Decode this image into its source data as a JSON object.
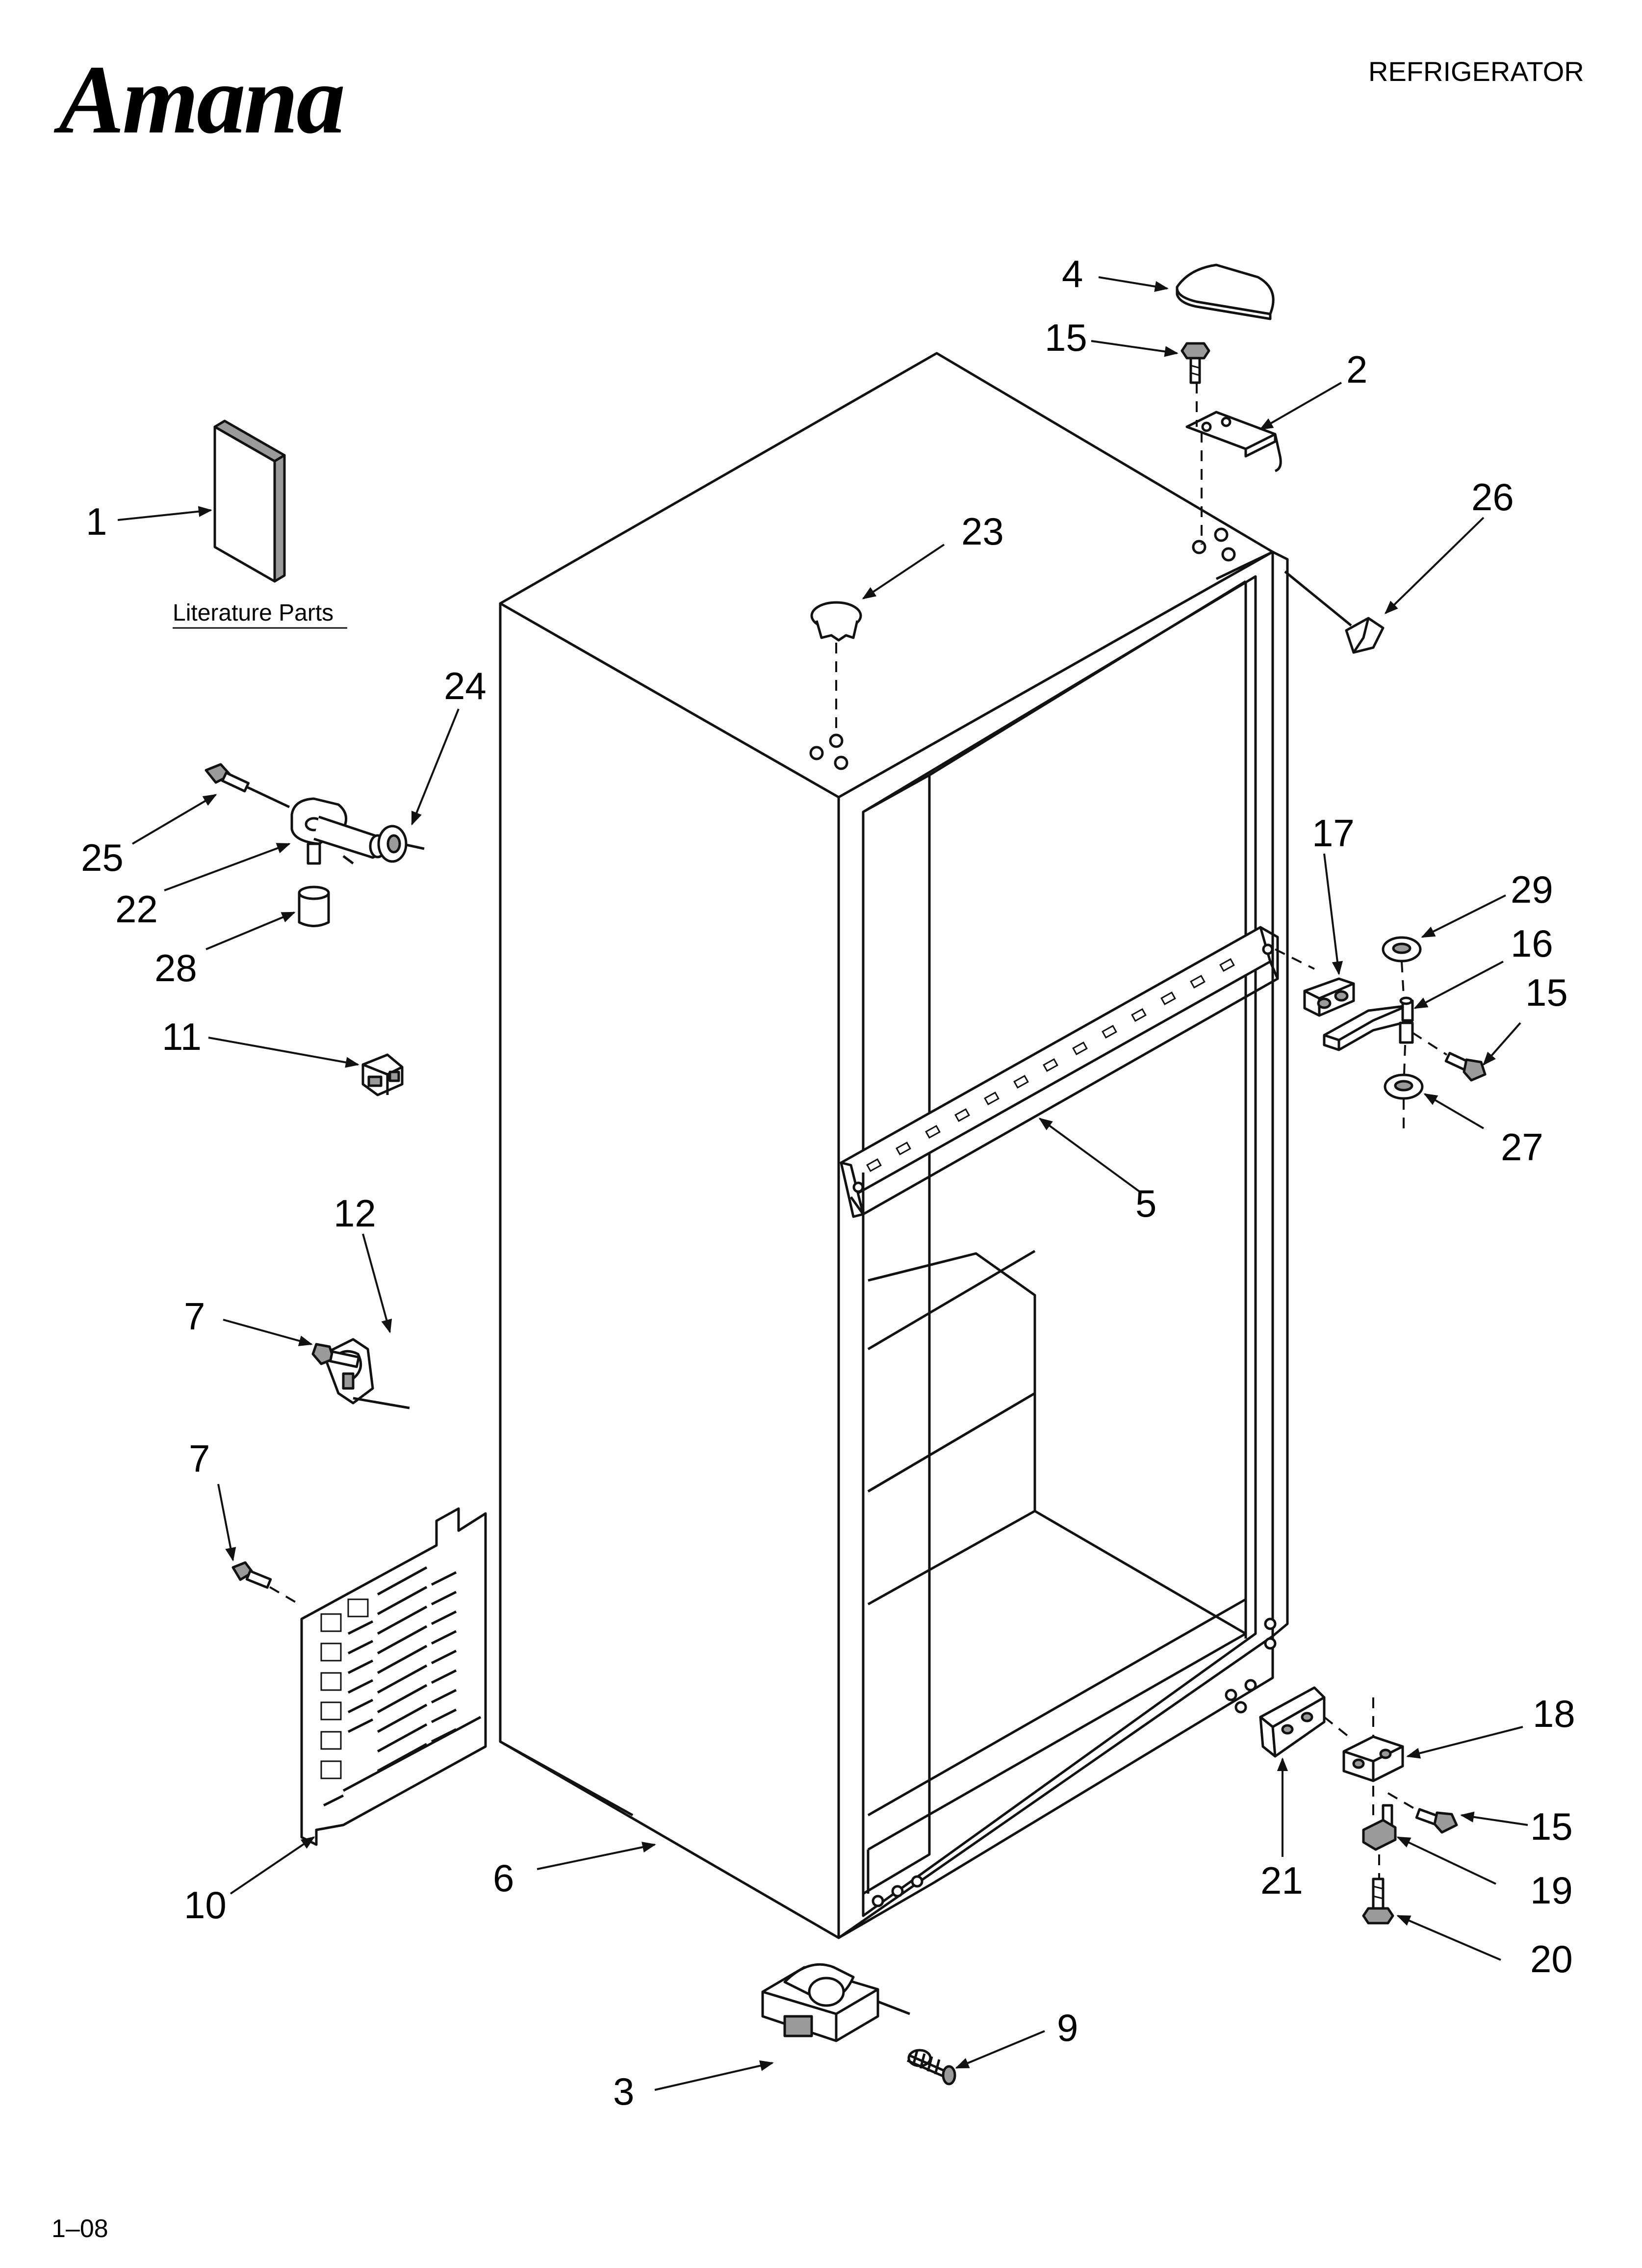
{
  "header": {
    "brand": "Amana",
    "title": "REFRIGERATOR"
  },
  "footer": {
    "code": "1–08"
  },
  "literature": {
    "label": "Literature Parts"
  },
  "callouts": [
    {
      "id": "c1",
      "text": "1"
    },
    {
      "id": "c2",
      "text": "2"
    },
    {
      "id": "c3",
      "text": "3"
    },
    {
      "id": "c4",
      "text": "4"
    },
    {
      "id": "c5",
      "text": "5"
    },
    {
      "id": "c6",
      "text": "6"
    },
    {
      "id": "c7a",
      "text": "7"
    },
    {
      "id": "c7b",
      "text": "7"
    },
    {
      "id": "c9",
      "text": "9"
    },
    {
      "id": "c10",
      "text": "10"
    },
    {
      "id": "c11",
      "text": "11"
    },
    {
      "id": "c12",
      "text": "12"
    },
    {
      "id": "c15a",
      "text": "15"
    },
    {
      "id": "c15b",
      "text": "15"
    },
    {
      "id": "c15c",
      "text": "15"
    },
    {
      "id": "c16",
      "text": "16"
    },
    {
      "id": "c17",
      "text": "17"
    },
    {
      "id": "c18",
      "text": "18"
    },
    {
      "id": "c19",
      "text": "19"
    },
    {
      "id": "c20",
      "text": "20"
    },
    {
      "id": "c21",
      "text": "21"
    },
    {
      "id": "c22",
      "text": "22"
    },
    {
      "id": "c23",
      "text": "23"
    },
    {
      "id": "c24",
      "text": "24"
    },
    {
      "id": "c25",
      "text": "25"
    },
    {
      "id": "c26",
      "text": "26"
    },
    {
      "id": "c27",
      "text": "27"
    },
    {
      "id": "c28",
      "text": "28"
    },
    {
      "id": "c29",
      "text": "29"
    }
  ]
}
